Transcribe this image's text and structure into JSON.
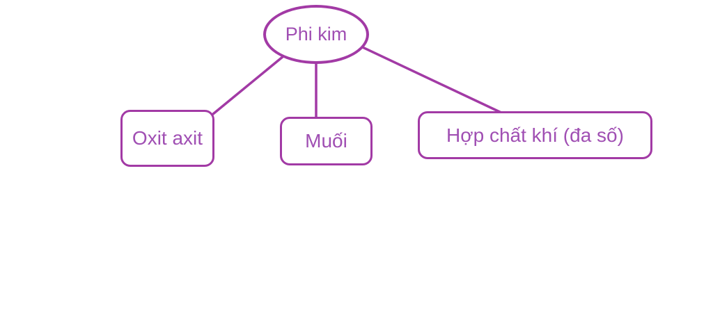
{
  "diagram": {
    "type": "tree",
    "root": {
      "label": "Phi kim",
      "shape": "ellipse"
    },
    "children": [
      {
        "label": "Oxit axit",
        "shape": "rounded-rect"
      },
      {
        "label": "Muối",
        "shape": "rounded-rect"
      },
      {
        "label": "Hợp chất khí (đa số)",
        "shape": "rounded-rect"
      }
    ],
    "edges": [
      {
        "from": "Phi kim",
        "to": "Oxit axit"
      },
      {
        "from": "Phi kim",
        "to": "Muối"
      },
      {
        "from": "Phi kim",
        "to": "Hợp chất khí (đa số)"
      }
    ],
    "colors": {
      "stroke": "#a23aa5",
      "text": "#a04fb3",
      "background": "#ffffff"
    }
  }
}
